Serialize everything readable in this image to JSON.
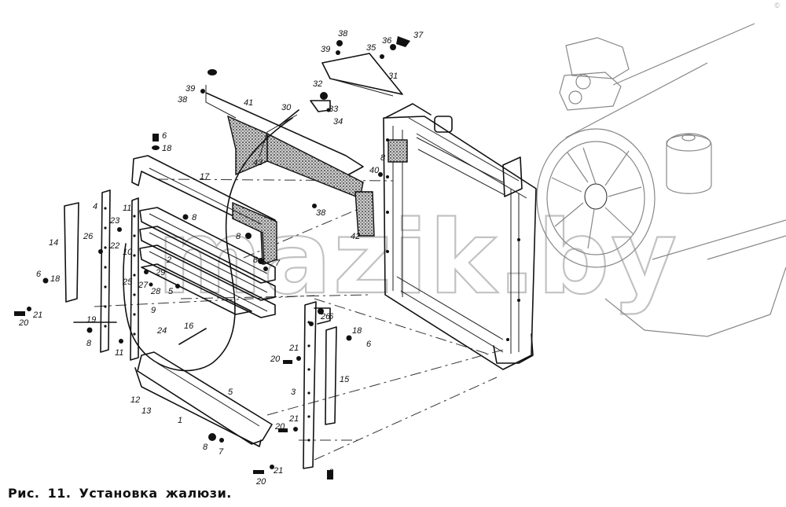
{
  "caption": "Рис. 11. Установка жалюзи.",
  "watermark": "mazik.by",
  "corner_mark": "©",
  "callouts": [
    {
      "id": "c1",
      "label": "1"
    },
    {
      "id": "c2",
      "label": "2"
    },
    {
      "id": "c3",
      "label": "3"
    },
    {
      "id": "c4",
      "label": "4"
    },
    {
      "id": "c5a",
      "label": "5"
    },
    {
      "id": "c5b",
      "label": "5"
    },
    {
      "id": "c6a",
      "label": "6"
    },
    {
      "id": "c6b",
      "label": "6"
    },
    {
      "id": "c6c",
      "label": "6"
    },
    {
      "id": "c6d",
      "label": "6"
    },
    {
      "id": "c6e",
      "label": "6"
    },
    {
      "id": "c7a",
      "label": "7"
    },
    {
      "id": "c7b",
      "label": "7"
    },
    {
      "id": "c8a",
      "label": "8"
    },
    {
      "id": "c8b",
      "label": "8"
    },
    {
      "id": "c8c",
      "label": "8"
    },
    {
      "id": "c8d",
      "label": "8"
    },
    {
      "id": "c8e",
      "label": "8"
    },
    {
      "id": "c8f",
      "label": "8"
    },
    {
      "id": "c9",
      "label": "9"
    },
    {
      "id": "c10",
      "label": "10"
    },
    {
      "id": "c11a",
      "label": "11"
    },
    {
      "id": "c11b",
      "label": "11"
    },
    {
      "id": "c12",
      "label": "12"
    },
    {
      "id": "c13",
      "label": "13"
    },
    {
      "id": "c14",
      "label": "14"
    },
    {
      "id": "c15",
      "label": "15"
    },
    {
      "id": "c16",
      "label": "16"
    },
    {
      "id": "c17",
      "label": "17"
    },
    {
      "id": "c18a",
      "label": "18"
    },
    {
      "id": "c18b",
      "label": "18"
    },
    {
      "id": "c18c",
      "label": "18"
    },
    {
      "id": "c19",
      "label": "19"
    },
    {
      "id": "c20a",
      "label": "20"
    },
    {
      "id": "c20b",
      "label": "20"
    },
    {
      "id": "c20c",
      "label": "20"
    },
    {
      "id": "c20d",
      "label": "20"
    },
    {
      "id": "c21a",
      "label": "21"
    },
    {
      "id": "c21b",
      "label": "21"
    },
    {
      "id": "c21c",
      "label": "21"
    },
    {
      "id": "c21d",
      "label": "21"
    },
    {
      "id": "c22",
      "label": "22"
    },
    {
      "id": "c23",
      "label": "23"
    },
    {
      "id": "c24",
      "label": "24"
    },
    {
      "id": "c25",
      "label": "25"
    },
    {
      "id": "c26a",
      "label": "26"
    },
    {
      "id": "c26b",
      "label": "26"
    },
    {
      "id": "c27",
      "label": "27"
    },
    {
      "id": "c28",
      "label": "28"
    },
    {
      "id": "c29",
      "label": "29"
    },
    {
      "id": "c30",
      "label": "30"
    },
    {
      "id": "c31",
      "label": "31"
    },
    {
      "id": "c32",
      "label": "32"
    },
    {
      "id": "c33",
      "label": "33"
    },
    {
      "id": "c34",
      "label": "34"
    },
    {
      "id": "c35",
      "label": "35"
    },
    {
      "id": "c36",
      "label": "36"
    },
    {
      "id": "c37",
      "label": "37"
    },
    {
      "id": "c38a",
      "label": "38"
    },
    {
      "id": "c38b",
      "label": "38"
    },
    {
      "id": "c38c",
      "label": "38"
    },
    {
      "id": "c39a",
      "label": "39"
    },
    {
      "id": "c39b",
      "label": "39"
    },
    {
      "id": "c40",
      "label": "40"
    },
    {
      "id": "c41",
      "label": "41"
    },
    {
      "id": "c42",
      "label": "42"
    },
    {
      "id": "c43",
      "label": "43"
    }
  ]
}
